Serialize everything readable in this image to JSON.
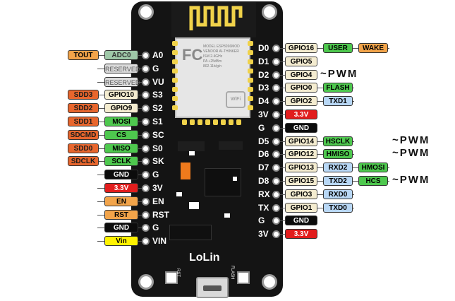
{
  "module": {
    "brand": "LoLin",
    "rst_label": "RST",
    "flash_label": "FLASH",
    "chip_text": [
      "MODEL ESP8266MOD",
      "VENDOR AI-THINKER",
      "ISM 2.4GHz",
      "PA +25dBm",
      "802.11b/g/n"
    ],
    "fcc": "FC",
    "wifi": "WiFi"
  },
  "pwm_label": "~PWM",
  "left_pins": [
    {
      "pin": "A0",
      "tags": [
        {
          "text": "TOUT",
          "style": "orange"
        },
        {
          "text": "ADC0",
          "style": "greyg"
        }
      ]
    },
    {
      "pin": "G",
      "tags": [
        {
          "text": "RESERVED",
          "style": "grey"
        }
      ]
    },
    {
      "pin": "VU",
      "tags": [
        {
          "text": "RESERVED",
          "style": "grey"
        }
      ]
    },
    {
      "pin": "S3",
      "tags": [
        {
          "text": "SDD3",
          "style": "deep"
        },
        {
          "text": "GPIO10",
          "style": "gpio"
        }
      ]
    },
    {
      "pin": "S2",
      "tags": [
        {
          "text": "SDD2",
          "style": "deep"
        },
        {
          "text": "GPIO9",
          "style": "gpio"
        }
      ]
    },
    {
      "pin": "S1",
      "tags": [
        {
          "text": "SDD1",
          "style": "deep"
        },
        {
          "text": "MOSI",
          "style": "green"
        }
      ]
    },
    {
      "pin": "SC",
      "tags": [
        {
          "text": "SDCMD",
          "style": "deep"
        },
        {
          "text": "CS",
          "style": "green"
        }
      ]
    },
    {
      "pin": "S0",
      "tags": [
        {
          "text": "SDD0",
          "style": "deep"
        },
        {
          "text": "MISO",
          "style": "green"
        }
      ]
    },
    {
      "pin": "SK",
      "tags": [
        {
          "text": "SDCLK",
          "style": "deep"
        },
        {
          "text": "SCLK",
          "style": "green"
        }
      ]
    },
    {
      "pin": "G",
      "tags": [
        {
          "text": "GND",
          "style": "black"
        }
      ]
    },
    {
      "pin": "3V",
      "tags": [
        {
          "text": "3.3V",
          "style": "red"
        }
      ]
    },
    {
      "pin": "EN",
      "tags": [
        {
          "text": "EN",
          "style": "orange"
        }
      ]
    },
    {
      "pin": "RST",
      "tags": [
        {
          "text": "RST",
          "style": "orange"
        }
      ]
    },
    {
      "pin": "G",
      "tags": [
        {
          "text": "GND",
          "style": "black"
        }
      ]
    },
    {
      "pin": "VIN",
      "tags": [
        {
          "text": "Vin",
          "style": "yellow"
        }
      ]
    }
  ],
  "right_pins": [
    {
      "pin": "D0",
      "tags": [
        {
          "text": "GPIO16",
          "style": "gpio"
        },
        {
          "text": "USER",
          "style": "green"
        },
        {
          "text": "WAKE",
          "style": "orange"
        }
      ],
      "pwm": false
    },
    {
      "pin": "D1",
      "tags": [
        {
          "text": "GPIO5",
          "style": "gpio"
        }
      ],
      "pwm": false
    },
    {
      "pin": "D2",
      "tags": [
        {
          "text": "GPIO4",
          "style": "gpio"
        }
      ],
      "pwm": true
    },
    {
      "pin": "D3",
      "tags": [
        {
          "text": "GPIO0",
          "style": "gpio"
        },
        {
          "text": "FLASH",
          "style": "green"
        }
      ],
      "pwm": false
    },
    {
      "pin": "D4",
      "tags": [
        {
          "text": "GPIO2",
          "style": "gpio"
        },
        {
          "text": "TXD1",
          "style": "blue"
        }
      ],
      "pwm": false
    },
    {
      "pin": "3V",
      "tags": [
        {
          "text": "3.3V",
          "style": "red"
        }
      ],
      "pwm": false
    },
    {
      "pin": "G",
      "tags": [
        {
          "text": "GND",
          "style": "black"
        }
      ],
      "pwm": false
    },
    {
      "pin": "D5",
      "tags": [
        {
          "text": "GPIO14",
          "style": "gpio"
        },
        {
          "text": "HSCLK",
          "style": "green"
        }
      ],
      "pwm": true
    },
    {
      "pin": "D6",
      "tags": [
        {
          "text": "GPIO12",
          "style": "gpio"
        },
        {
          "text": "HMISO",
          "style": "green"
        }
      ],
      "pwm": true
    },
    {
      "pin": "D7",
      "tags": [
        {
          "text": "GPIO13",
          "style": "gpio"
        },
        {
          "text": "RXD2",
          "style": "blue"
        },
        {
          "text": "HMOSI",
          "style": "green"
        }
      ],
      "pwm": false
    },
    {
      "pin": "D8",
      "tags": [
        {
          "text": "GPIO15",
          "style": "gpio"
        },
        {
          "text": "TXD2",
          "style": "blue"
        },
        {
          "text": "HCS",
          "style": "green"
        }
      ],
      "pwm": true
    },
    {
      "pin": "RX",
      "tags": [
        {
          "text": "GPIO3",
          "style": "gpio"
        },
        {
          "text": "RXD0",
          "style": "blue"
        }
      ],
      "pwm": false
    },
    {
      "pin": "TX",
      "tags": [
        {
          "text": "GPIO1",
          "style": "gpio"
        },
        {
          "text": "TXD0",
          "style": "blue"
        }
      ],
      "pwm": false
    },
    {
      "pin": "G",
      "tags": [
        {
          "text": "GND",
          "style": "black"
        }
      ],
      "pwm": false
    },
    {
      "pin": "3V",
      "tags": [
        {
          "text": "3.3V",
          "style": "red"
        }
      ],
      "pwm": false
    }
  ]
}
